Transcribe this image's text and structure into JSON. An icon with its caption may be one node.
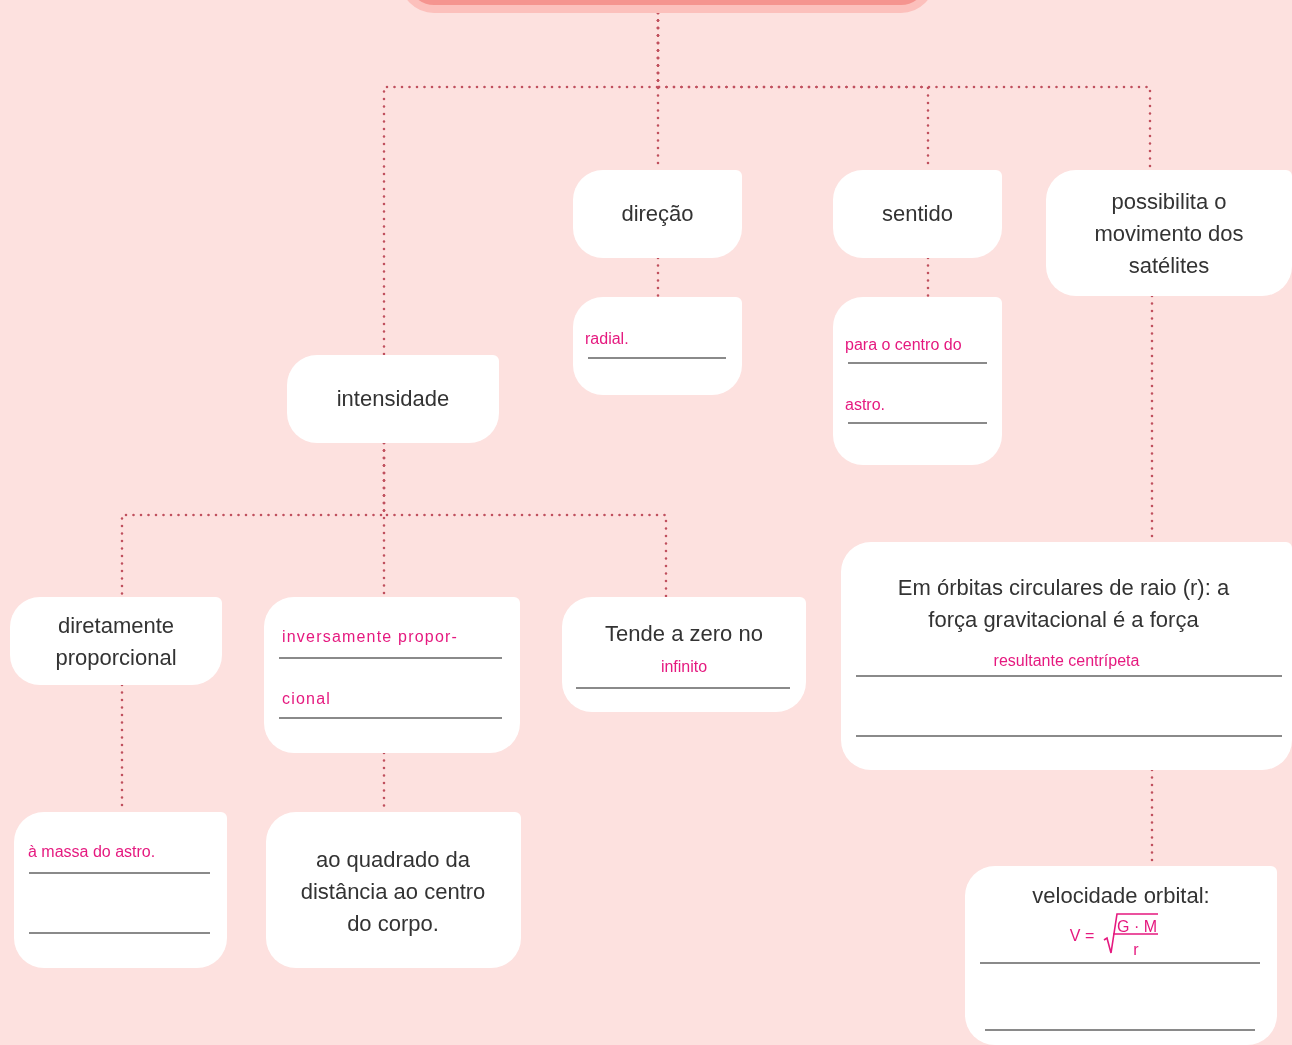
{
  "diagram": {
    "nodes": [
      {
        "text": [],
        "shape": "box"
      },
      {
        "text": [
          "direção"
        ]
      },
      {
        "text": [
          "sentido"
        ]
      },
      {
        "text": [
          "possibilita o movimento dos satélites"
        ]
      },
      {
        "text": [
          "radial."
        ]
      },
      {
        "text": [
          "para o centro do astro."
        ]
      },
      {
        "text": [
          "intensidade"
        ]
      },
      {
        "text": [
          "Em órbitas circulares de raio (r): a força gravitacional é a força",
          "resultante centrípeta"
        ]
      },
      {
        "text": [
          "diretamente proporcional"
        ]
      },
      {
        "text": [
          "inversamente propor- cional"
        ]
      },
      {
        "text": [
          "Tende a zero no",
          "infinito"
        ]
      },
      {
        "text": [
          "à massa do astro."
        ]
      },
      {
        "text": [
          "ao quadrado da distância ao centro do corpo."
        ]
      },
      {
        "text": [
          "velocidade orbital:",
          "V =",
          "G · M",
          "r"
        ]
      }
    ],
    "edges": [
      {
        "from": 0,
        "to": 1,
        "arrow": "none"
      },
      {
        "from": 0,
        "to": 2,
        "arrow": "none"
      },
      {
        "from": 0,
        "to": 3,
        "arrow": "none"
      },
      {
        "from": 0,
        "to": 6,
        "arrow": "none"
      },
      {
        "from": 1,
        "to": 4,
        "arrow": "none"
      },
      {
        "from": 2,
        "to": 5,
        "arrow": "none"
      },
      {
        "from": 3,
        "to": 7,
        "arrow": "none"
      },
      {
        "from": 6,
        "to": 8,
        "arrow": "none"
      },
      {
        "from": 6,
        "to": 9,
        "arrow": "none"
      },
      {
        "from": 6,
        "to": 10,
        "arrow": "none"
      },
      {
        "from": 7,
        "to": 13,
        "arrow": "none"
      },
      {
        "from": 8,
        "to": 11,
        "arrow": "none"
      },
      {
        "from": 9,
        "to": 12,
        "arrow": "none"
      }
    ]
  }
}
